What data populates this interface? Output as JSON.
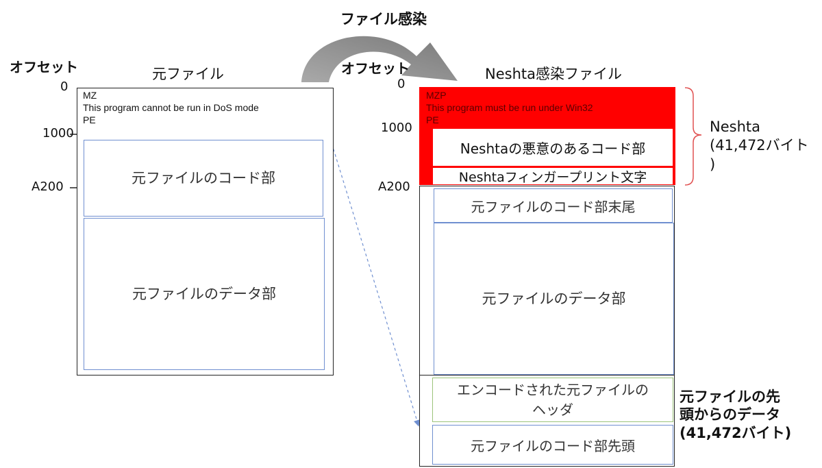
{
  "arrow_label": "ファイル感染",
  "left": {
    "offset_heading": "オフセット",
    "title": "元ファイル",
    "offsets": [
      "0",
      "1000",
      "A200"
    ],
    "header_lines": [
      "MZ",
      "This program cannot be run in DoS mode",
      "PE"
    ],
    "code_section": "元ファイルのコード部",
    "data_section": "元ファイルのデータ部"
  },
  "right": {
    "offset_heading": "オフセット",
    "title": "Neshta感染ファイル",
    "offsets": [
      "0",
      "1000",
      "A200"
    ],
    "header_lines": [
      "MZP",
      "This program must be run under Win32",
      "PE"
    ],
    "malicious_code": "Neshtaの悪意のあるコード部",
    "fingerprint": "Neshtaフィンガープリント文字",
    "code_tail": "元ファイルのコード部末尾",
    "data_section": "元ファイルのデータ部",
    "encoded_header_lines": [
      "エンコードされた元ファイルの",
      "ヘッダ"
    ],
    "code_head": "元ファイルのコード部先頭"
  },
  "annotations": {
    "neshta_lines": [
      "Neshta",
      "(41,472バイト",
      ")"
    ],
    "original_head_lines": [
      "元ファイルの先",
      "頭からのデータ",
      "(41,472バイト)"
    ]
  },
  "colors": {
    "infected_header": "#ff0000",
    "code_border": "#6f8fd0",
    "encoded_border": "#9bc37a",
    "brace": "#e05050",
    "arrow": "#8a8a8a",
    "dashed_line": "#6f8fd0"
  }
}
